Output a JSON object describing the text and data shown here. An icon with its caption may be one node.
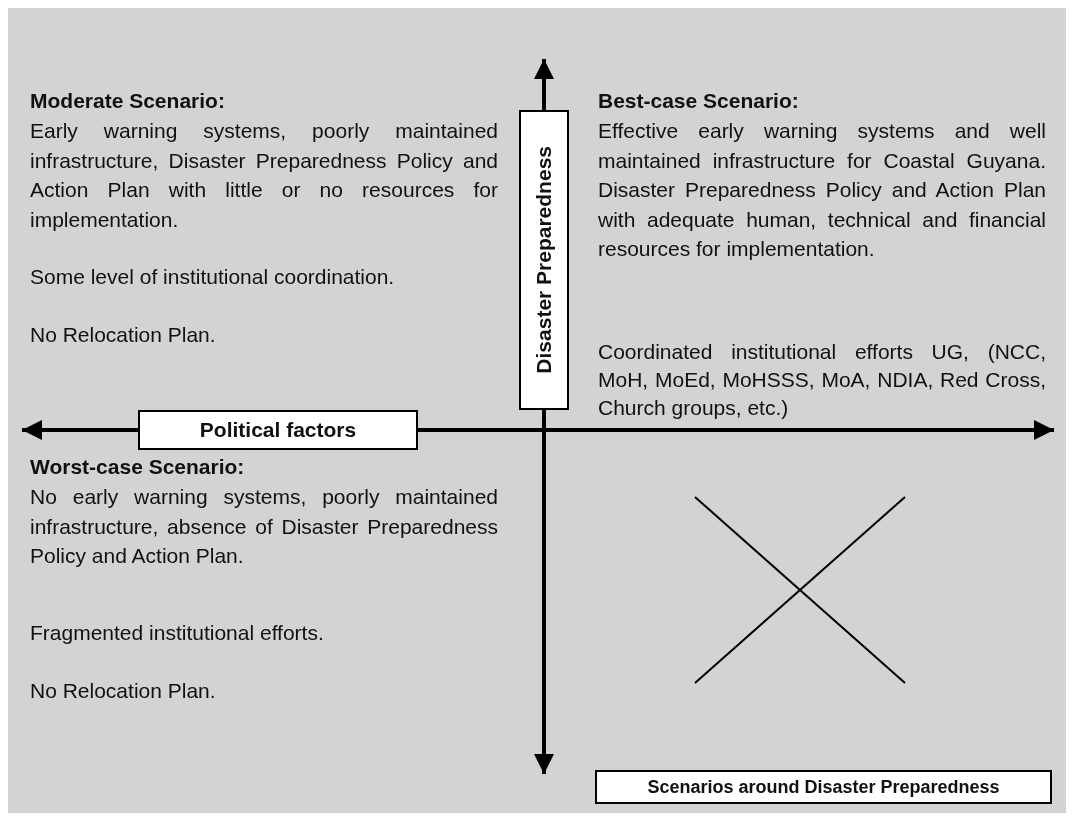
{
  "diagram": {
    "nodes": [
      {
        "text": [
          "Disaster Preparedness"
        ]
      },
      {
        "text": [
          "Political factors"
        ]
      },
      {
        "text": [
          "Scenarios around Disaster Preparedness"
        ]
      }
    ],
    "edges": [],
    "labels": [
      "Moderate Scenario:",
      "Early warning systems, poorly maintained infrastructure, Disaster Preparedness Policy and Action Plan with little or no resources for implementation.",
      "Some level of institutional coordination.",
      "No Relocation Plan.",
      "Best-case Scenario:",
      "Effective early warning systems and well maintained infrastructure for Coastal Guyana. Disaster Preparedness Policy and Action Plan with adequate human, technical and financial resources for implementation.",
      "Coordinated institutional efforts UG, (NCC, MoH, MoEd, MoHSSS, MoA, NDIA, Red Cross, Church groups, etc.)",
      "Worst-case Scenario:",
      "No early warning systems, poorly maintained infrastructure, absence of Disaster Preparedness Policy and Action Plan.",
      "Fragmented institutional efforts.",
      "No Relocation Plan."
    ]
  }
}
